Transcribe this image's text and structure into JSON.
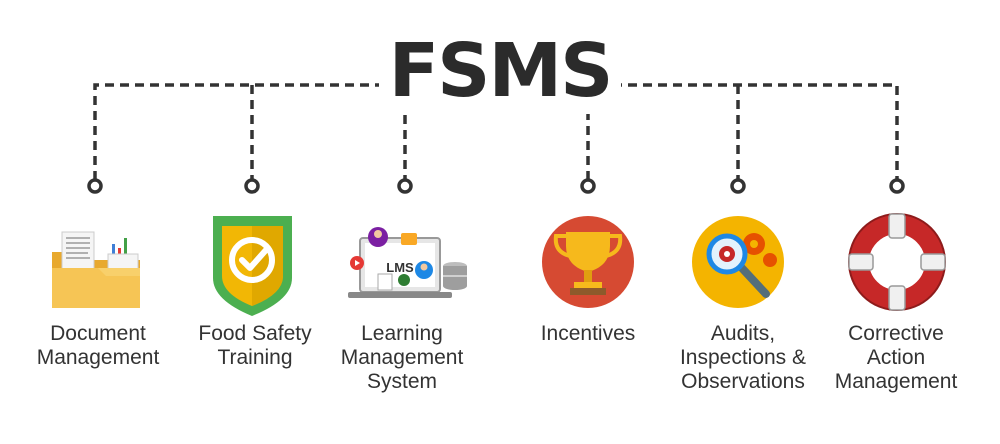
{
  "title": "FSMS",
  "nodes": [
    {
      "icon": "folder-document-icon",
      "label_lines": [
        "Document",
        "Management"
      ]
    },
    {
      "icon": "shield-check-icon",
      "label_lines": [
        "Food Safety",
        "Training"
      ]
    },
    {
      "icon": "lms-laptop-icon",
      "icon_text": "LMS",
      "label_lines": [
        "Learning",
        "Management",
        "System"
      ]
    },
    {
      "icon": "trophy-icon",
      "label_lines": [
        "Incentives"
      ]
    },
    {
      "icon": "magnifier-gear-icon",
      "label_lines": [
        "Audits,",
        "Inspections &",
        "Observations"
      ]
    },
    {
      "icon": "lifebuoy-icon",
      "label_lines": [
        "Corrective",
        "Action",
        "Management"
      ]
    }
  ],
  "colors": {
    "text": "#333333",
    "connector": "#333333",
    "folder": "#f6c555",
    "shield_outer": "#4caf50",
    "shield_inner": "#f2b705",
    "trophy_bg": "#d64a32",
    "audit_bg": "#f4b400",
    "lifebuoy": "#c62828"
  }
}
